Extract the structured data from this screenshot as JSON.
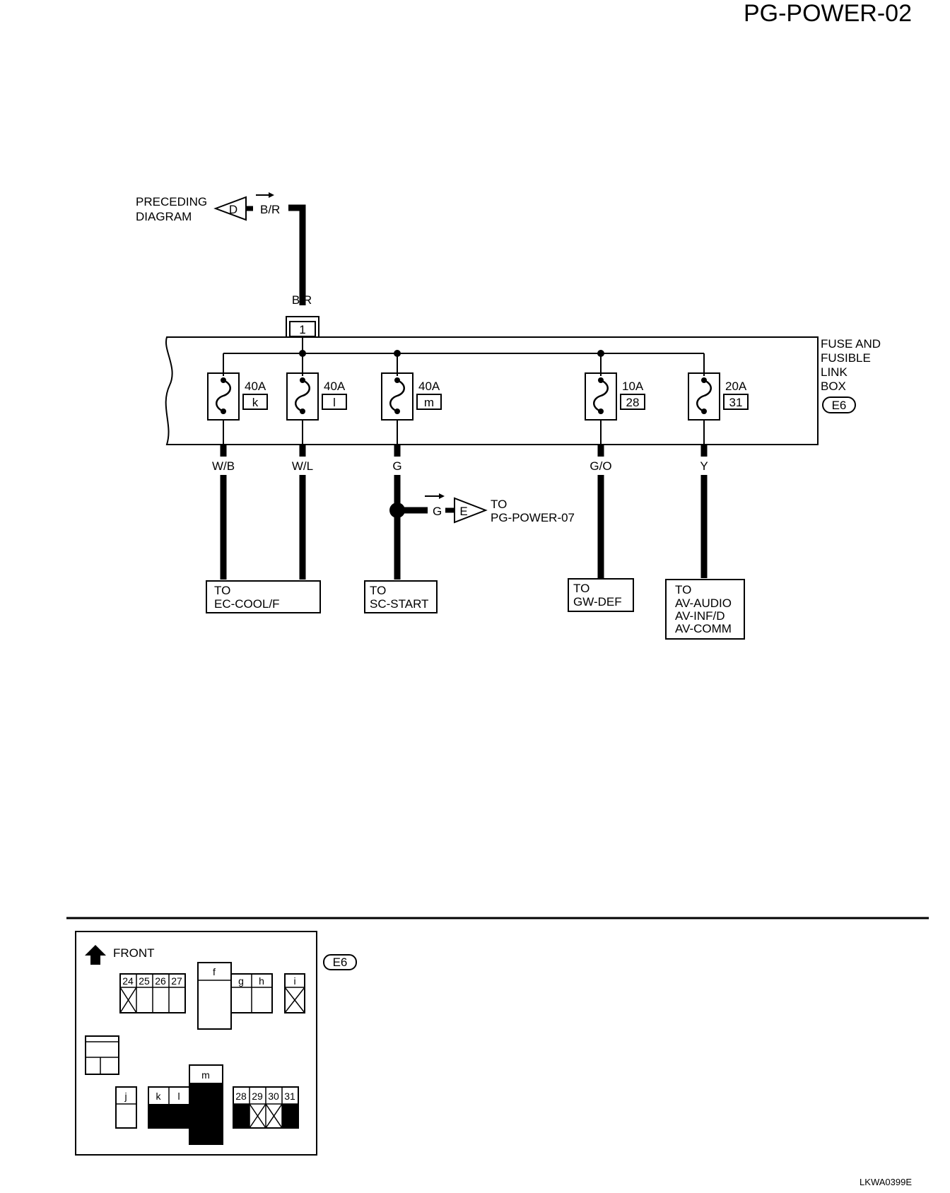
{
  "page": {
    "title": "PG-POWER-02",
    "code": "LKWA0399E"
  },
  "top": {
    "preceding_line1": "PRECEDING",
    "preceding_line2": "DIAGRAM",
    "connector_letter": "D",
    "wire_color_in": "B/R",
    "wire_color_vertical": "B/R",
    "terminal": "1"
  },
  "fuse_box": {
    "label_lines": [
      "FUSE AND",
      "FUSIBLE",
      "LINK",
      "BOX"
    ],
    "connector_id": "E6",
    "fuses": [
      {
        "amp": "40A",
        "id": "k",
        "wire": "W/B"
      },
      {
        "amp": "40A",
        "id": "l",
        "wire": "W/L"
      },
      {
        "amp": "40A",
        "id": "m",
        "wire": "G"
      },
      {
        "amp": "10A",
        "id": "28",
        "wire": "G/O"
      },
      {
        "amp": "20A",
        "id": "31",
        "wire": "Y"
      }
    ]
  },
  "branch": {
    "wire_color": "G",
    "connector_letter": "E",
    "to_line1": "TO",
    "to_line2": "PG-POWER-07"
  },
  "destinations": [
    {
      "lines": [
        "TO",
        "EC-COOL/F"
      ]
    },
    {
      "lines": [
        "TO",
        "SC-START"
      ]
    },
    {
      "lines": [
        "TO",
        "GW-DEF"
      ]
    },
    {
      "lines": [
        "TO",
        "AV-AUDIO",
        "AV-INF/D",
        "AV-COMM"
      ]
    }
  ],
  "layout_panel": {
    "front_label": "FRONT",
    "connector_id": "E6",
    "group1_labels": [
      "24",
      "25",
      "26",
      "27"
    ],
    "f_label": "f",
    "g_label": "g",
    "h_label": "h",
    "i_label": "i",
    "j_label": "j",
    "k_label": "k",
    "l_label": "l",
    "m_label": "m",
    "group2_labels": [
      "28",
      "29",
      "30",
      "31"
    ]
  }
}
